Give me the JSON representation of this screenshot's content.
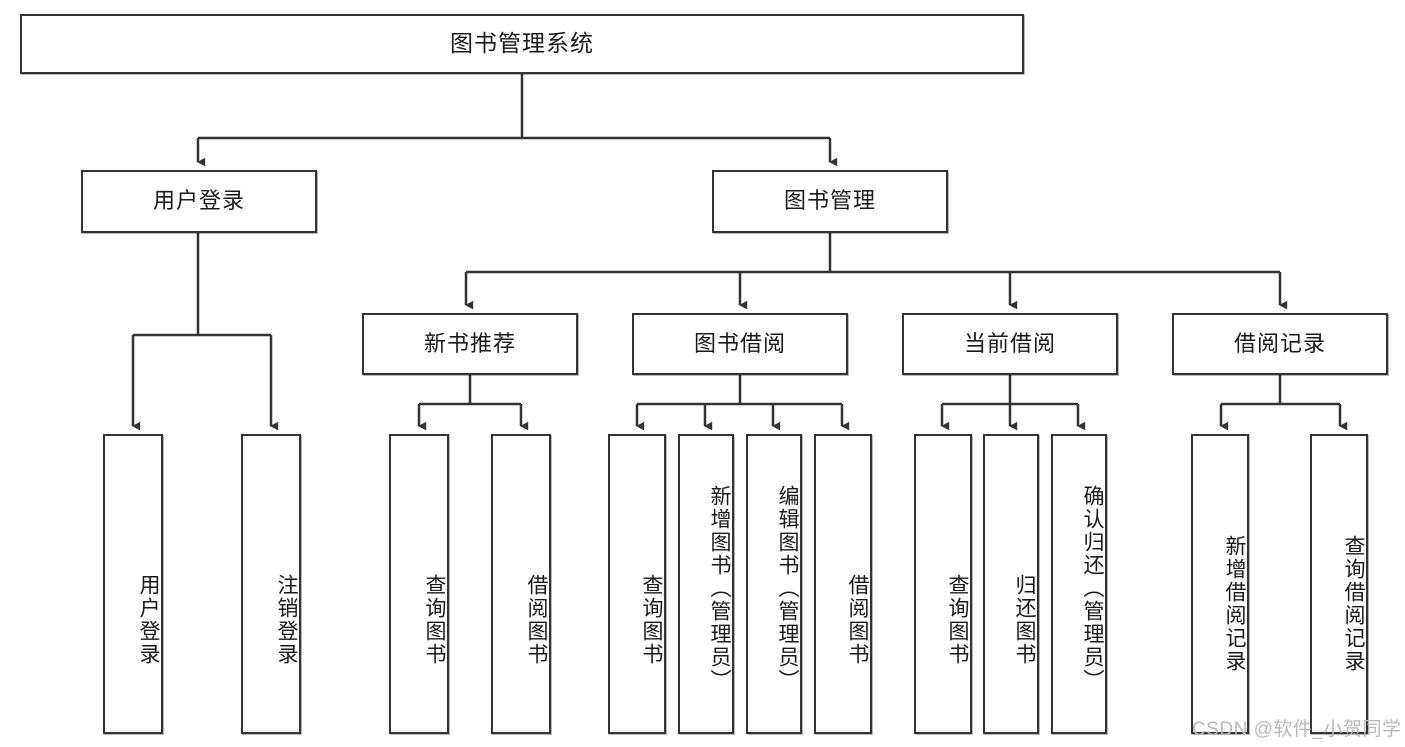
{
  "diagram": {
    "type": "tree-hierarchy",
    "title": "图书管理系统",
    "orientation": "top-down",
    "root": {
      "id": "root",
      "label": "图书管理系统"
    },
    "level2": [
      {
        "id": "user-login",
        "label": "用户登录"
      },
      {
        "id": "book-management",
        "label": "图书管理"
      }
    ],
    "level3": [
      {
        "id": "new-book-recommend",
        "label": "新书推荐",
        "parent": "book-management"
      },
      {
        "id": "book-borrow",
        "label": "图书借阅",
        "parent": "book-management"
      },
      {
        "id": "current-borrow",
        "label": "当前借阅",
        "parent": "book-management"
      },
      {
        "id": "borrow-record",
        "label": "借阅记录",
        "parent": "book-management"
      }
    ],
    "leaves": [
      {
        "id": "leaf-user-login",
        "label": "用户登录",
        "parent": "user-login"
      },
      {
        "id": "leaf-logout-login",
        "label": "注销登录",
        "parent": "user-login"
      },
      {
        "id": "leaf-query-book-1",
        "label": "查询图书",
        "parent": "new-book-recommend"
      },
      {
        "id": "leaf-borrow-book-1",
        "label": "借阅图书",
        "parent": "new-book-recommend"
      },
      {
        "id": "leaf-query-book-2",
        "label": "查询图书",
        "parent": "book-borrow"
      },
      {
        "id": "leaf-add-book",
        "label": "新增图书（管理员）",
        "parent": "book-borrow"
      },
      {
        "id": "leaf-edit-book",
        "label": "编辑图书（管理员）",
        "parent": "book-borrow"
      },
      {
        "id": "leaf-borrow-book-2",
        "label": "借阅图书",
        "parent": "book-borrow"
      },
      {
        "id": "leaf-query-book-3",
        "label": "查询图书",
        "parent": "current-borrow"
      },
      {
        "id": "leaf-return-book",
        "label": "归还图书",
        "parent": "current-borrow"
      },
      {
        "id": "leaf-confirm-return",
        "label": "确认归还（管理员）",
        "parent": "current-borrow"
      },
      {
        "id": "leaf-add-record",
        "label": "新增借阅记录",
        "parent": "borrow-record"
      },
      {
        "id": "leaf-query-record",
        "label": "查询借阅记录",
        "parent": "borrow-record"
      }
    ],
    "colors": {
      "box_border": "#333333",
      "box_fill": "#ffffff",
      "connector": "#333333",
      "text": "#1a1a1a",
      "watermark": "#b9b9b9",
      "background": "#ffffff"
    }
  },
  "watermark": {
    "text": "CSDN @软件_小贺同学"
  }
}
